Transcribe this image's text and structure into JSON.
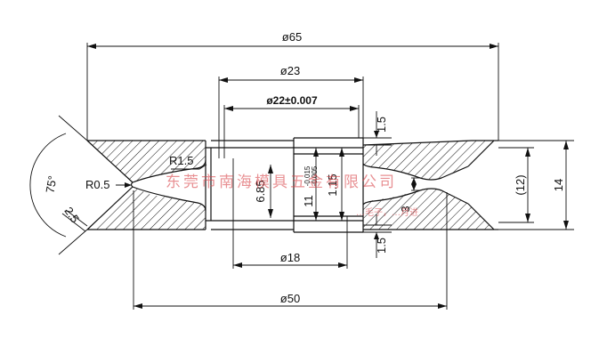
{
  "dimensions": {
    "d65": "ø65",
    "d23": "ø23",
    "d22": "ø22±0.007",
    "d18": "ø18",
    "d50": "ø50",
    "r15": "R1.5",
    "r05": "R0.5",
    "h685": "6.85",
    "h115": "1.15",
    "h11": "11",
    "h11_upper": "-0.015",
    "h11_lower": "-0.005",
    "t15_top": "1.5",
    "t15_bottom": "1.5",
    "h3": "3",
    "h12": "(12)",
    "h14": "14",
    "a75": "75°",
    "a25": "2.5"
  },
  "watermark": {
    "company": "东莞市南海模具五金有限公司",
    "note": "…毛子，…月进"
  },
  "colors": {
    "line": "#111111",
    "watermark": "#d9464b"
  }
}
